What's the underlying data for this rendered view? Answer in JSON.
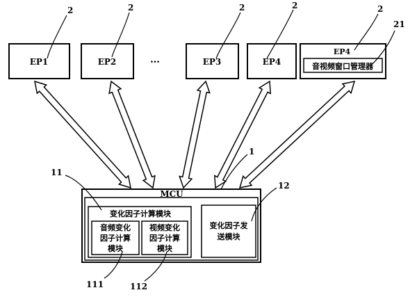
{
  "endpoints": [
    "EP1",
    "EP2",
    "EP3",
    "EP4",
    "EP4"
  ],
  "ellipsis": "…",
  "av_window_manager": "音视频窗口管理器",
  "mcu": {
    "title": "MCU",
    "factor_calc_module": "变化因子计算模块",
    "audio_calc_line1": "音频变化",
    "audio_calc_line2": "因子计算",
    "audio_calc_line3": "模块",
    "video_calc_line1": "视频变化",
    "video_calc_line2": "因子计算",
    "video_calc_line3": "模块",
    "factor_send_line1": "变化因子发",
    "factor_send_line2": "送模块"
  },
  "refs": {
    "ep": "2",
    "manager": "21",
    "mcu": "1",
    "calc": "11",
    "send": "12",
    "audio": "111",
    "video": "112"
  }
}
